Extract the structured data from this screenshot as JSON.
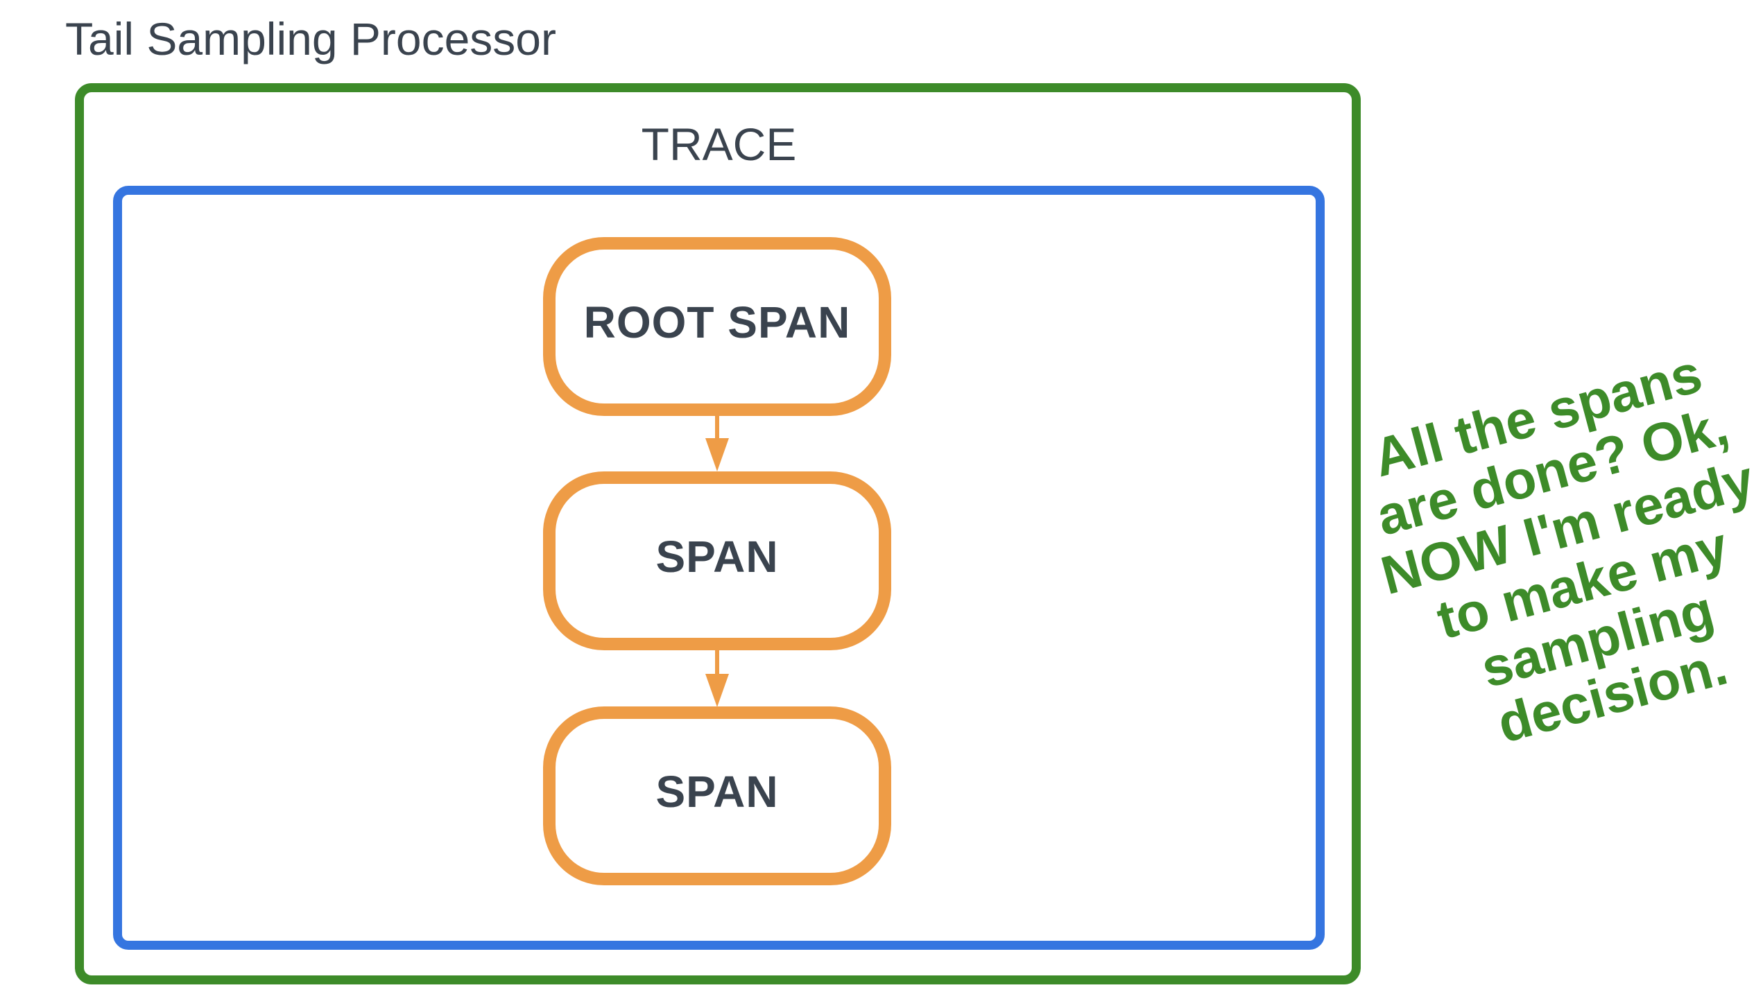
{
  "title": "Tail Sampling Processor",
  "trace": {
    "label": "TRACE"
  },
  "spans": [
    {
      "label": "ROOT SPAN"
    },
    {
      "label": "SPAN"
    },
    {
      "label": "SPAN"
    }
  ],
  "annotation": {
    "full_text": "All the spans are done? Ok, NOW I'm ready to make my sampling decision.",
    "lines": [
      "All the spans",
      "are done? Ok,",
      "NOW I'm ready",
      "to make my",
      "sampling",
      "decision."
    ]
  },
  "colors": {
    "processor_border_green": "#3D8B29",
    "trace_border_blue": "#3575E0",
    "span_border_orange": "#EE9C46",
    "label_text_dark": "#3A434E",
    "annotation_text_green": "#3D8B29",
    "background": "#FFFFFF"
  }
}
